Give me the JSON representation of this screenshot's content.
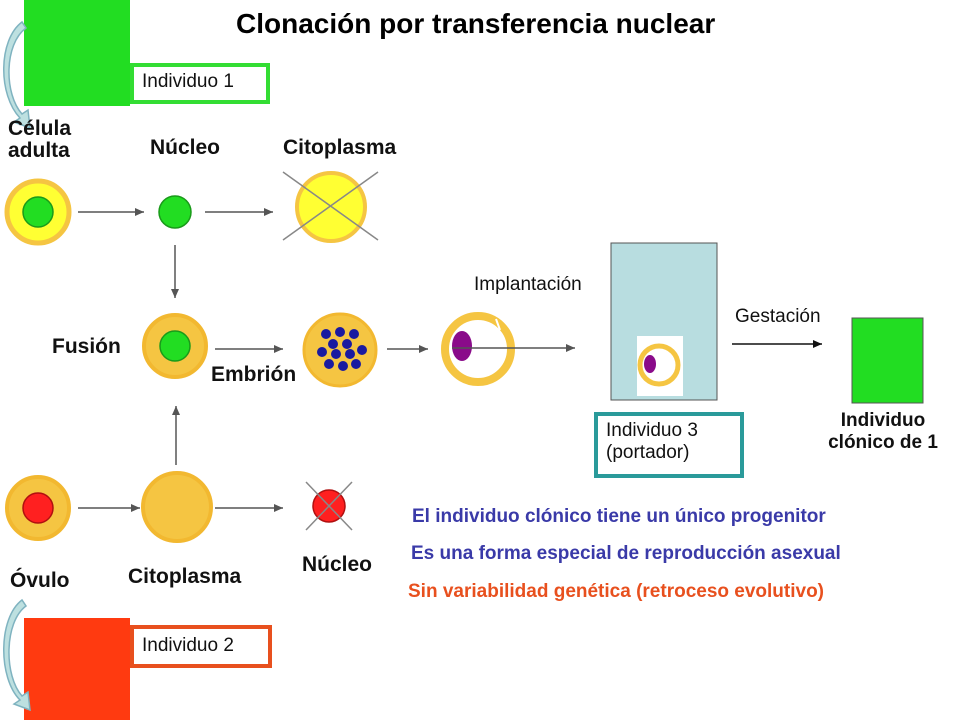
{
  "title": "Clonación por transferencia nuclear",
  "labels": {
    "individuo1": "Individuo 1",
    "individuo2": "Individuo 2",
    "individuo3_line1": "Individuo 3",
    "individuo3_line2": "(portador)",
    "celula_adulta_line1": "Célula",
    "celula_adulta_line2": "adulta",
    "nucleo_top": "Núcleo",
    "citoplasma_top": "Citoplasma",
    "fusion": "Fusión",
    "embrion": "Embrión",
    "ovulo": "Óvulo",
    "citoplasma_bottom": "Citoplasma",
    "nucleo_bottom": "Núcleo",
    "implantacion": "Implantación",
    "gestacion": "Gestación",
    "clonico_line1": "Individuo",
    "clonico_line2": "clónico de 1"
  },
  "statements": [
    {
      "text": "El individuo clónico tiene un único progenitor",
      "color": "#3a3aa8"
    },
    {
      "text": "Es una forma especial de reproducción asexual",
      "color": "#3a3aa8"
    },
    {
      "text": "Sin variabilidad genética (retroceso evolutivo)",
      "color": "#e8501e"
    }
  ],
  "colors": {
    "green": "#22dd22",
    "yellow_outer": "#f5c542",
    "yellow_light": "#ffff33",
    "red": "#ff2020",
    "red_block": "#ff3a10",
    "blue_dots": "#1a1aa0",
    "purple": "#8a0b8a",
    "carrier": "#b8dde0",
    "teal_border": "#2a9a9a",
    "green_border": "#33dd33",
    "orange_border": "#e8501e"
  }
}
